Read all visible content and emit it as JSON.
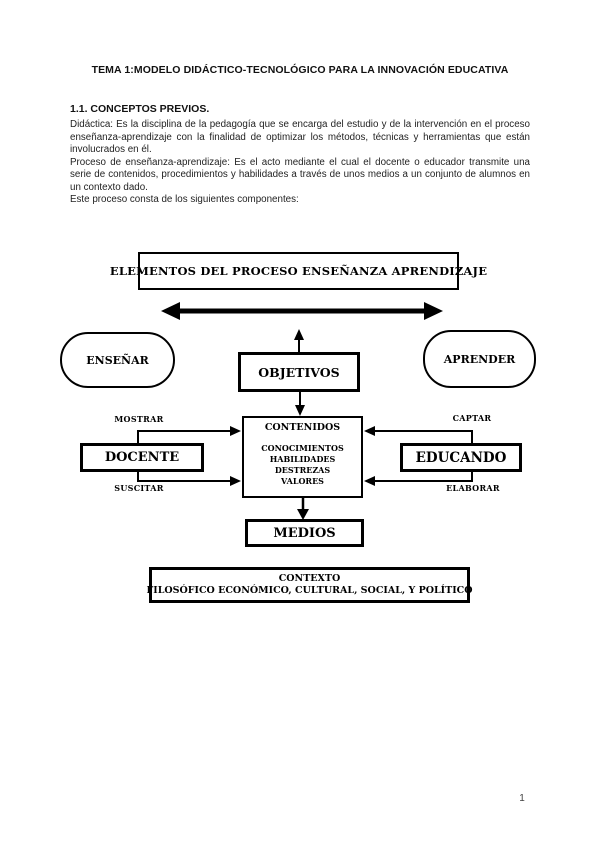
{
  "page": {
    "title": "TEMA 1:MODELO DIDÁCTICO-TECNOLÓGICO PARA LA INNOVACIÓN EDUCATIVA",
    "page_number": "1"
  },
  "section": {
    "heading": "1.1. CONCEPTOS PREVIOS.",
    "paragraphs": [
      "Didáctica: Es la disciplina de la pedagogía que se encarga del estudio y de la intervención en el proceso enseñanza-aprendizaje con la finalidad de optimizar los métodos, técnicas y herramientas que están involucrados en él.",
      "Proceso de enseñanza-aprendizaje: Es el acto mediante el cual el docente o educador transmite una serie de contenidos, procedimientos y habilidades a través de unos medios a un conjunto de alumnos en un contexto dado.",
      "Este proceso consta de los siguientes componentes:"
    ]
  },
  "diagram": {
    "header": "ELEMENTOS DEL PROCESO ENSEÑANZA APRENDIZAJE",
    "ensenar": "ENSEÑAR",
    "aprender": "APRENDER",
    "objetivos": "OBJETIVOS",
    "contenidos": {
      "title": "CONTENIDOS",
      "items": [
        "CONOCIMIENTOS",
        "HABILIDADES",
        "DESTREZAS",
        "VALORES"
      ]
    },
    "docente": "DOCENTE",
    "educando": "EDUCANDO",
    "medios": "MEDIOS",
    "contexto_line1": "CONTEXTO",
    "contexto_line2": "FILOSÓFICO ECONÓMICO, CULTURAL, SOCIAL, Y POLÍTICO",
    "labels": {
      "mostrar": "MOSTRAR",
      "suscitar": "SUSCITAR",
      "captar": "CAPTAR",
      "elaborar": "ELABORAR"
    },
    "ink_color": "#000000"
  }
}
